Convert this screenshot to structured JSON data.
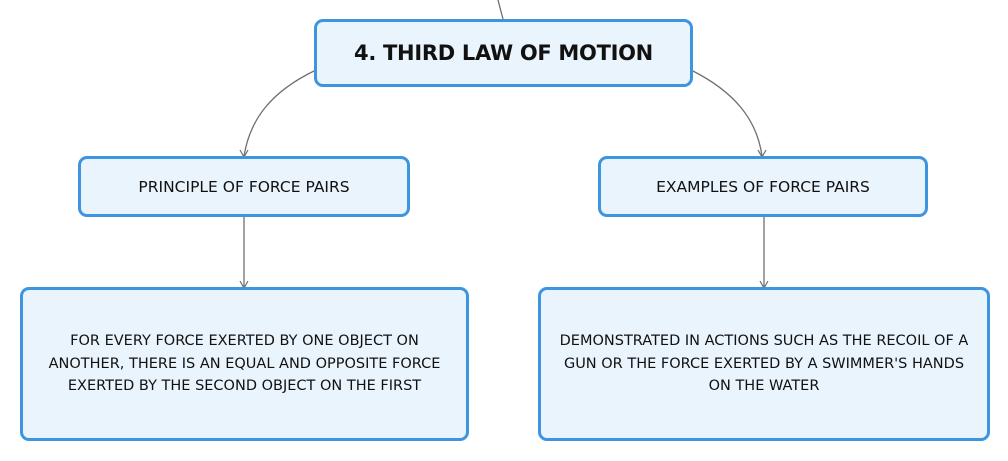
{
  "colors": {
    "node_fill": "#eaf4fd",
    "node_border": "#3d95e0",
    "connector": "#6f6f6f",
    "text": "#111111"
  },
  "diagram": {
    "root": {
      "label": "4. THIRD LAW OF MOTION"
    },
    "branches": [
      {
        "label": "PRINCIPLE OF FORCE PAIRS",
        "detail": "FOR EVERY FORCE EXERTED BY ONE OBJECT ON ANOTHER, THERE IS AN EQUAL AND OPPOSITE FORCE EXERTED BY THE SECOND OBJECT ON THE FIRST"
      },
      {
        "label": "EXAMPLES OF FORCE PAIRS",
        "detail": "DEMONSTRATED IN ACTIONS SUCH AS THE RECOIL OF A GUN OR THE FORCE EXERTED BY A SWIMMER'S HANDS ON THE WATER"
      }
    ]
  }
}
